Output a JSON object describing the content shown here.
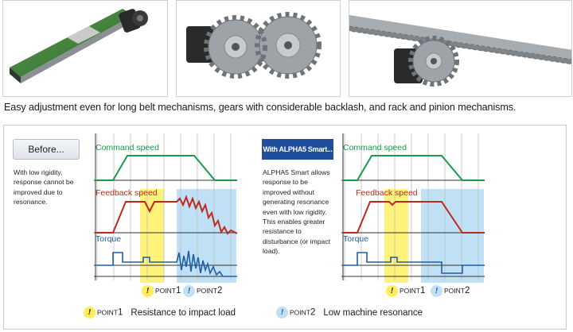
{
  "caption": "Easy adjustment even for long belt mechanisms, gears with considerable backlash, and rack and pinion mechanisms.",
  "photos": [
    {
      "subject": "belt conveyor with servo motor"
    },
    {
      "subject": "gear pair driven by servo motor"
    },
    {
      "subject": "rack and pinion with servo motor"
    }
  ],
  "before": {
    "button_label": "Before...",
    "description_lines": [
      "With low rigidity,",
      "response cannot be",
      "improved due to",
      "resonance."
    ]
  },
  "after": {
    "button_label": "With ALPHA5 Smart...",
    "description_lines": [
      "ALPHA5 Smart allows",
      "response to be",
      "improved without",
      "generating resonance",
      "even with low rigidity.",
      "This enables greater",
      "resistance to",
      "disturbance (or impact",
      "load)."
    ]
  },
  "graph_labels": {
    "command": "Command speed",
    "feedback": "Feedback speed",
    "torque": "Torque"
  },
  "points": {
    "p1": {
      "mark": "!",
      "word": "POINT",
      "num": "1"
    },
    "p2": {
      "mark": "!",
      "word": "POINT",
      "num": "2"
    }
  },
  "legend": [
    {
      "mark": "!",
      "word": "POINT",
      "num": "1",
      "text": "Resistance to impact load"
    },
    {
      "mark": "!",
      "word": "POINT",
      "num": "2",
      "text": "Low machine resonance"
    }
  ],
  "colors": {
    "command": "#1a9a4a",
    "feedback": "#c0281e",
    "torque": "#1e5fa8",
    "point1_band": "#fff27a",
    "point2_band": "#bfe0f5",
    "alpha_box": "#1f4f9c"
  }
}
